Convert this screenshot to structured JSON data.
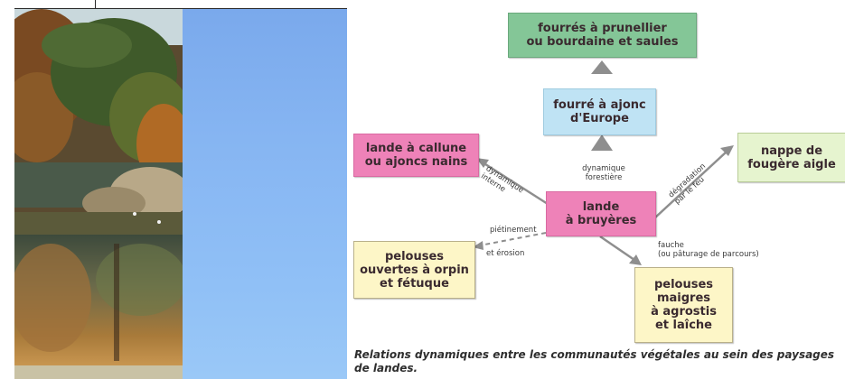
{
  "diagram": {
    "boxes": {
      "prunellier": "fourrés à prunellier\nou bourdaine et saules",
      "ajonc": "fourré à ajonc\nd'Europe",
      "callune": "lande à callune\nou ajoncs nains",
      "fougere": "nappe de\nfougère aigle",
      "bruyeres": "lande\nà bruyères",
      "pelouses_orpin": "pelouses\nouvertes à orpin\net fétuque",
      "pelouses_agrostis": "pelouses\nmaigres\nà agrostis\net laîche"
    },
    "labels": {
      "dynamique_forestiere": "dynamique\nforestière",
      "dynamique_interne": "dynamique\ninterne",
      "degradation": "dégradation\npar le feu",
      "pietinement": "piétinement",
      "erosion": "et érosion",
      "fauche": "fauche\n(ou pâturage de parcours)"
    },
    "caption": "Relations dynamiques entre les communautés végétales au sein des paysages de landes."
  },
  "colors": {
    "green": "#84c697",
    "blue": "#bfe3f4",
    "pink": "#ee82b8",
    "yellow": "#fdf6c7",
    "light_green": "#e6f4cf",
    "arrow": "#8e8e8e",
    "sky": "#86b5f2"
  }
}
